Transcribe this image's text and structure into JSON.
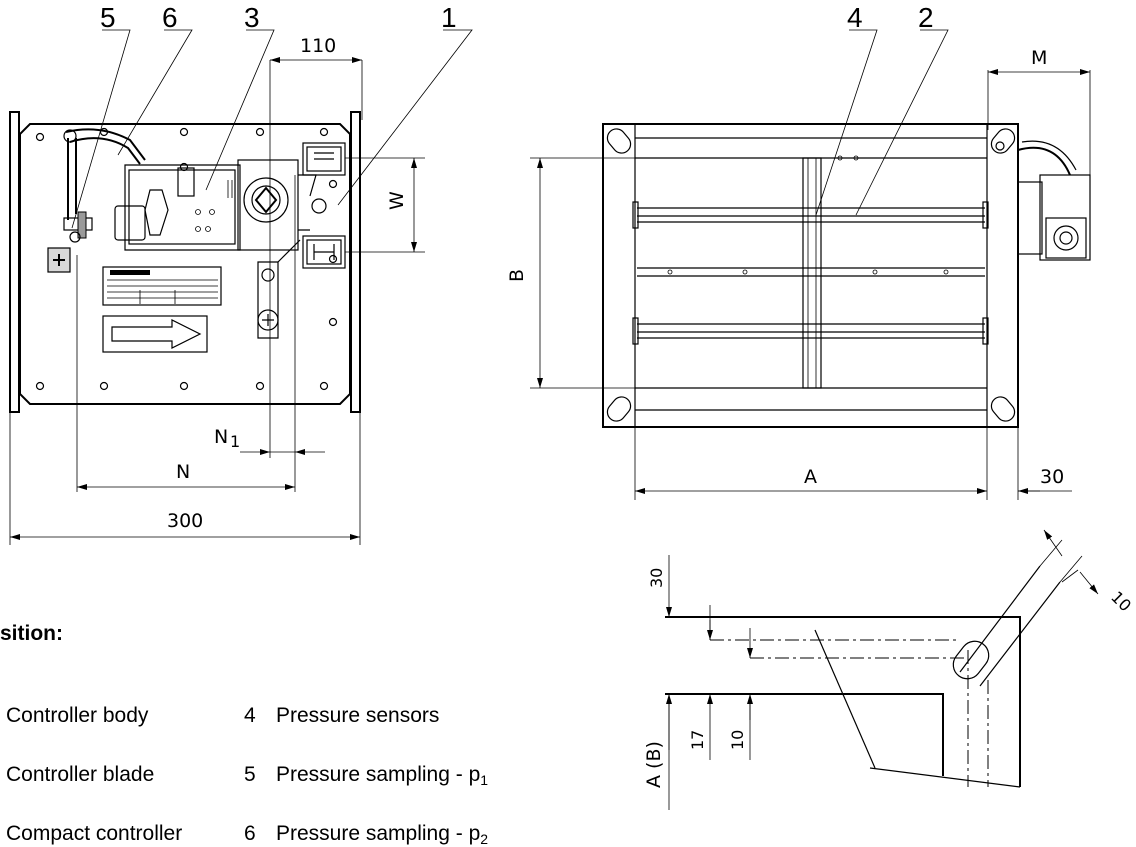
{
  "callouts": {
    "front": [
      "5",
      "6",
      "3",
      "1"
    ],
    "side": [
      "4",
      "2"
    ]
  },
  "dimensions": {
    "width_top": "110",
    "w": "W",
    "b": "B",
    "n1_main": "N",
    "n1_sub": "1",
    "n": "N",
    "total_300": "300",
    "m": "M",
    "a": "A",
    "side_30": "30",
    "detail_30": "30",
    "detail_10_angle": "10",
    "detail_17": "17",
    "detail_10": "10",
    "detail_ab": "A (B)"
  },
  "legend": {
    "title": "sition:",
    "left": [
      {
        "label": "Controller body"
      },
      {
        "label": "Controller blade"
      },
      {
        "label": "Compact controller"
      }
    ],
    "right": [
      {
        "num": "4",
        "label": "Pressure sensors",
        "sub": ""
      },
      {
        "num": "5",
        "label": "Pressure sampling - p",
        "sub": "1"
      },
      {
        "num": "6",
        "label": "Pressure sampling - p",
        "sub": "2"
      }
    ]
  },
  "colors": {
    "line": "#000000",
    "fill": "#d9d9d9",
    "background": "#ffffff"
  }
}
